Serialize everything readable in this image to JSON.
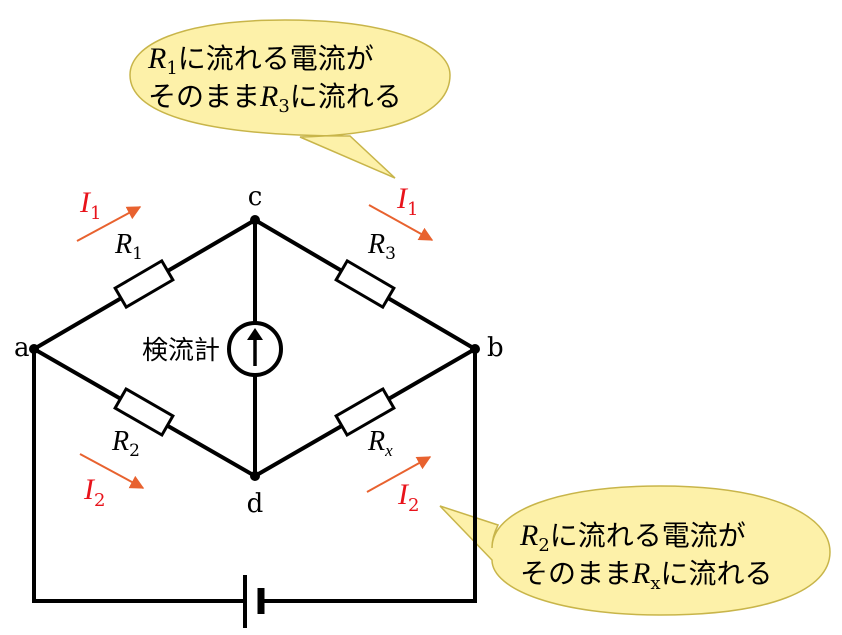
{
  "nodes": {
    "a": "a",
    "b": "b",
    "c": "c",
    "d": "d"
  },
  "resistors": {
    "r1": {
      "base": "R",
      "sub": "1"
    },
    "r2": {
      "base": "R",
      "sub": "2"
    },
    "r3": {
      "base": "R",
      "sub": "3"
    },
    "rx": {
      "base": "R",
      "sub": "x"
    }
  },
  "currents": {
    "i1_left": {
      "base": "I",
      "sub": "1"
    },
    "i1_right": {
      "base": "I",
      "sub": "1"
    },
    "i2_left": {
      "base": "I",
      "sub": "2"
    },
    "i2_right": {
      "base": "I",
      "sub": "2"
    }
  },
  "galvanometer": {
    "label": "検流計"
  },
  "callouts": {
    "top": {
      "l1_var": "R",
      "l1_sub": "1",
      "l1_text": "に流れる電流が",
      "l2_text": "そのまま",
      "l2_var": "R",
      "l2_sub": "3",
      "l2_tail": "に流れる"
    },
    "bottom": {
      "l1_var": "R",
      "l1_sub": "2",
      "l1_text": "に流れる電流が",
      "l2_text": "そのまま",
      "l2_var": "R",
      "l2_sub": "x",
      "l2_tail": "に流れる"
    }
  },
  "colors": {
    "wire": "#000000",
    "current_text": "#e8131b",
    "current_arrow": "#e8622f",
    "callout_fill": "#fdf1a9",
    "callout_stroke": "#c8b54a"
  }
}
